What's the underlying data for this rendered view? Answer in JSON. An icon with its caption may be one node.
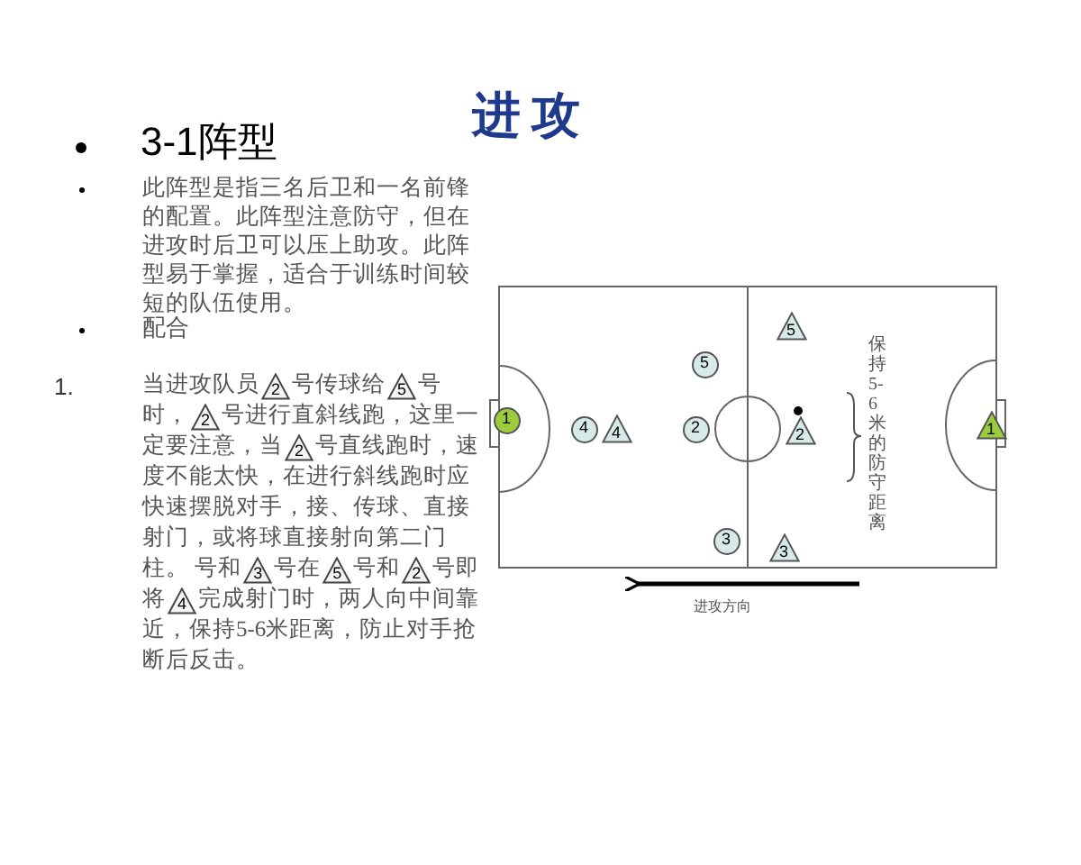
{
  "diagram": {
    "title": "进攻",
    "nodes": [
      {
        "text": [
          "1"
        ]
      },
      {
        "text": [
          "4"
        ]
      },
      {
        "text": [
          "4"
        ]
      },
      {
        "text": [
          "5"
        ]
      },
      {
        "text": [
          "2"
        ]
      },
      {
        "text": [
          "5"
        ]
      },
      {
        "text": [
          "2"
        ]
      },
      {
        "text": [
          "3"
        ]
      },
      {
        "text": [
          "3"
        ]
      },
      {
        "text": [
          "1"
        ]
      }
    ],
    "edges": [],
    "labels": [
      "3-1阵型",
      "此阵型是指三名后卫和一名前锋的配置。此阵型注意防守，但在进攻时后卫可以压上助攻。此阵型易于掌握，适合于训练时间较短的队伍使用。",
      "配合",
      "1.",
      "当进攻队员",
      "2",
      "号传球给",
      "5",
      "号时，",
      "2",
      "号进行直斜线跑，这里一定要注意，当",
      "2",
      "号直线跑时，速度不能太快，在进行斜线跑时应快速摆脱对手，接、传球、直接射门，或将球直接射向第二门柱。 号和",
      "3",
      "号在",
      "5",
      "号和",
      "2",
      "号即将",
      "4",
      "完成射门时，两人向中间靠近，保持5-6米距离，防止对手抢断后反击。",
      "保持5-6米的防守距离",
      "进攻方向"
    ]
  }
}
